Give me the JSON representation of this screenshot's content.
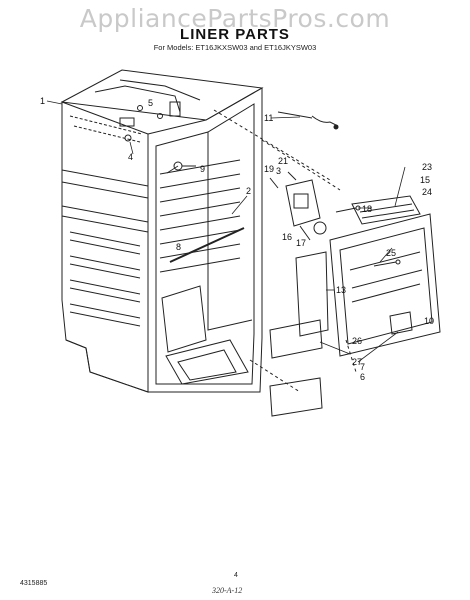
{
  "watermark": "AppliancePartsPros.com",
  "title": "LINER PARTS",
  "subtitle": "For Models: ET16JKXSW03 and ET16JKYSW03",
  "callouts": [
    "1",
    "2",
    "3",
    "4",
    "5",
    "6",
    "7",
    "8",
    "9",
    "10",
    "11",
    "13",
    "15",
    "16",
    "17",
    "18",
    "19",
    "21",
    "23",
    "24",
    "25",
    "26",
    "27"
  ],
  "footer": {
    "doc_number": "4315885",
    "page_number": "4",
    "handwritten_code": "320-A-12"
  }
}
